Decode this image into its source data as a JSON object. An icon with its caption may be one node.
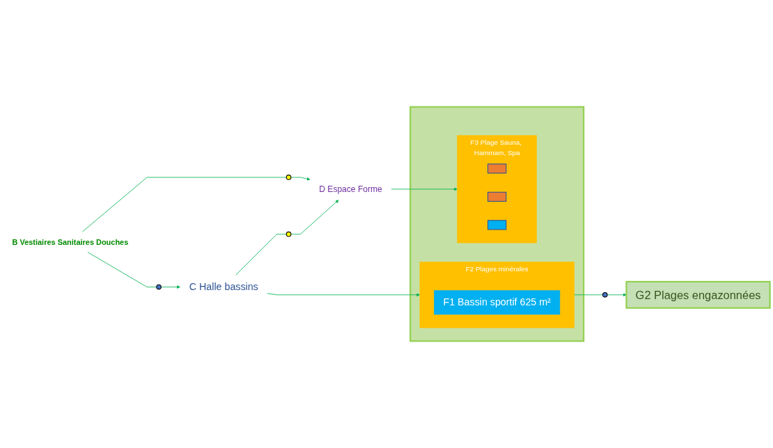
{
  "diagram": {
    "nodes": [
      {
        "text": [
          "B Vestiaires Sanitaires Douches"
        ]
      },
      {
        "text": [],
        "shape": "circle"
      },
      {
        "text": [
          "D Espace Forme"
        ]
      },
      {
        "text": [],
        "shape": "circle"
      },
      {
        "text": [
          "C Halle bassins"
        ]
      },
      {
        "text": [],
        "shape": "circle"
      },
      {
        "text": [],
        "shape": "box"
      },
      {
        "text": [
          "F3 Plage Sauna, Hammam, Spa"
        ],
        "in": 6
      },
      {
        "text": [],
        "shape": "box",
        "in": 7
      },
      {
        "text": [],
        "shape": "box",
        "in": 7
      },
      {
        "text": [],
        "shape": "box",
        "in": 7
      },
      {
        "text": [
          "F2 Plages minérales"
        ],
        "in": 6
      },
      {
        "text": [
          "F1 Bassin sportif 625 m²"
        ],
        "in": 11
      },
      {
        "text": [],
        "shape": "circle"
      },
      {
        "text": [
          "G2 Plages engazonnées"
        ]
      }
    ],
    "edges": [
      {
        "from": 0,
        "to": 1,
        "arrow": "none"
      },
      {
        "from": 1,
        "to": 2,
        "arrow": "to"
      },
      {
        "from": 0,
        "to": 3,
        "arrow": "none"
      },
      {
        "from": 3,
        "to": 4,
        "arrow": "to"
      },
      {
        "from": 4,
        "to": 5,
        "arrow": "none"
      },
      {
        "from": 5,
        "to": 2,
        "arrow": "to"
      },
      {
        "from": 2,
        "to": 7,
        "arrow": "to"
      },
      {
        "from": 4,
        "to": 11,
        "arrow": "to"
      },
      {
        "from": 11,
        "to": 13,
        "arrow": "none"
      },
      {
        "from": 13,
        "to": 14,
        "arrow": "to"
      }
    ]
  }
}
